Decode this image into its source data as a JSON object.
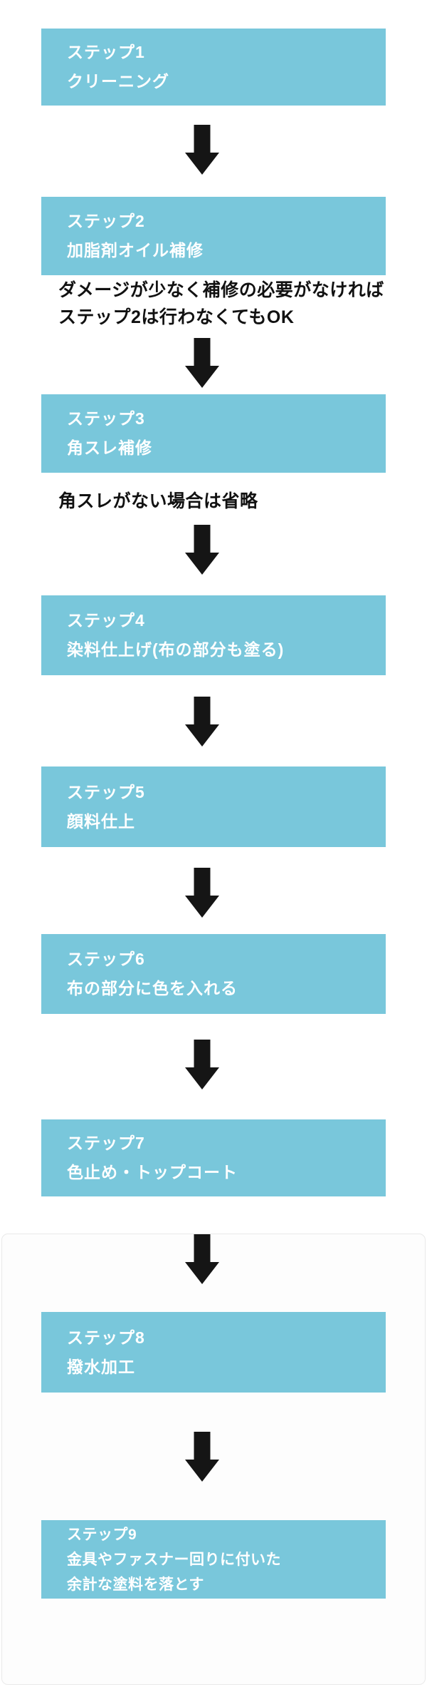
{
  "theme": {
    "box_fill": "#79C7DB",
    "box_text": "#FFFFFF",
    "arrow_color": "#151515",
    "note_color": "#111111",
    "card_border": "#E9E9E9",
    "page_background": "#FFFFFF"
  },
  "steps": [
    {
      "title": "ステップ1",
      "line1": "クリーニング"
    },
    {
      "title": "ステップ2",
      "line1": "加脂剤オイル補修"
    },
    {
      "title": "ステップ3",
      "line1": "角スレ補修"
    },
    {
      "title": "ステップ4",
      "line1": "染料仕上げ(布の部分も塗る)"
    },
    {
      "title": "ステップ5",
      "line1": "顔料仕上"
    },
    {
      "title": "ステップ6",
      "line1": "布の部分に色を入れる"
    },
    {
      "title": "ステップ7",
      "line1": "色止め・トップコート"
    },
    {
      "title": "ステップ8",
      "line1": "撥水加工"
    },
    {
      "title": "ステップ9",
      "line1": "金具やファスナー回りに付いた",
      "line2": "余計な塗料を落とす"
    }
  ],
  "notes": {
    "after_step2_line1": "ダメージが少なく補修の必要がなければ",
    "after_step2_line2": "ステップ2は行わなくてもOK",
    "after_step3": "角スレがない場合は省略"
  },
  "icons": {
    "down_arrow": "▼"
  }
}
